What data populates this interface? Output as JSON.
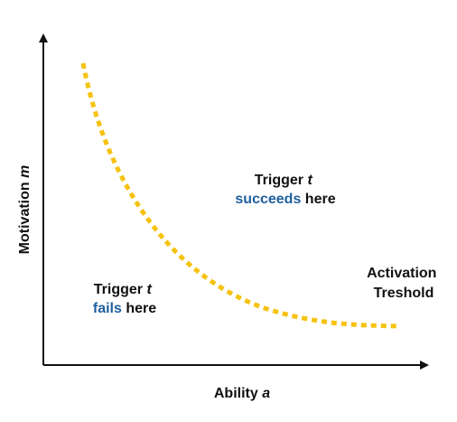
{
  "axes": {
    "x_label": {
      "prefix": "Ability ",
      "variable": "a"
    },
    "y_label": {
      "prefix": "Motivation ",
      "variable": "m"
    }
  },
  "regions": {
    "succeed": {
      "line1_prefix": "Trigger ",
      "line1_variable": "t",
      "highlight": "succeeds",
      "suffix": " here"
    },
    "fail": {
      "line1_prefix": "Trigger ",
      "line1_variable": "t",
      "highlight": "fails",
      "suffix": " here"
    }
  },
  "curve": {
    "label_line1": "Activation",
    "label_line2": "Treshold",
    "shape": "decreasing-convex",
    "style": "dotted"
  },
  "colors": {
    "curve": "#f5c20f",
    "highlight": "#1f5f9e",
    "axis": "#111111",
    "text": "#111111"
  }
}
